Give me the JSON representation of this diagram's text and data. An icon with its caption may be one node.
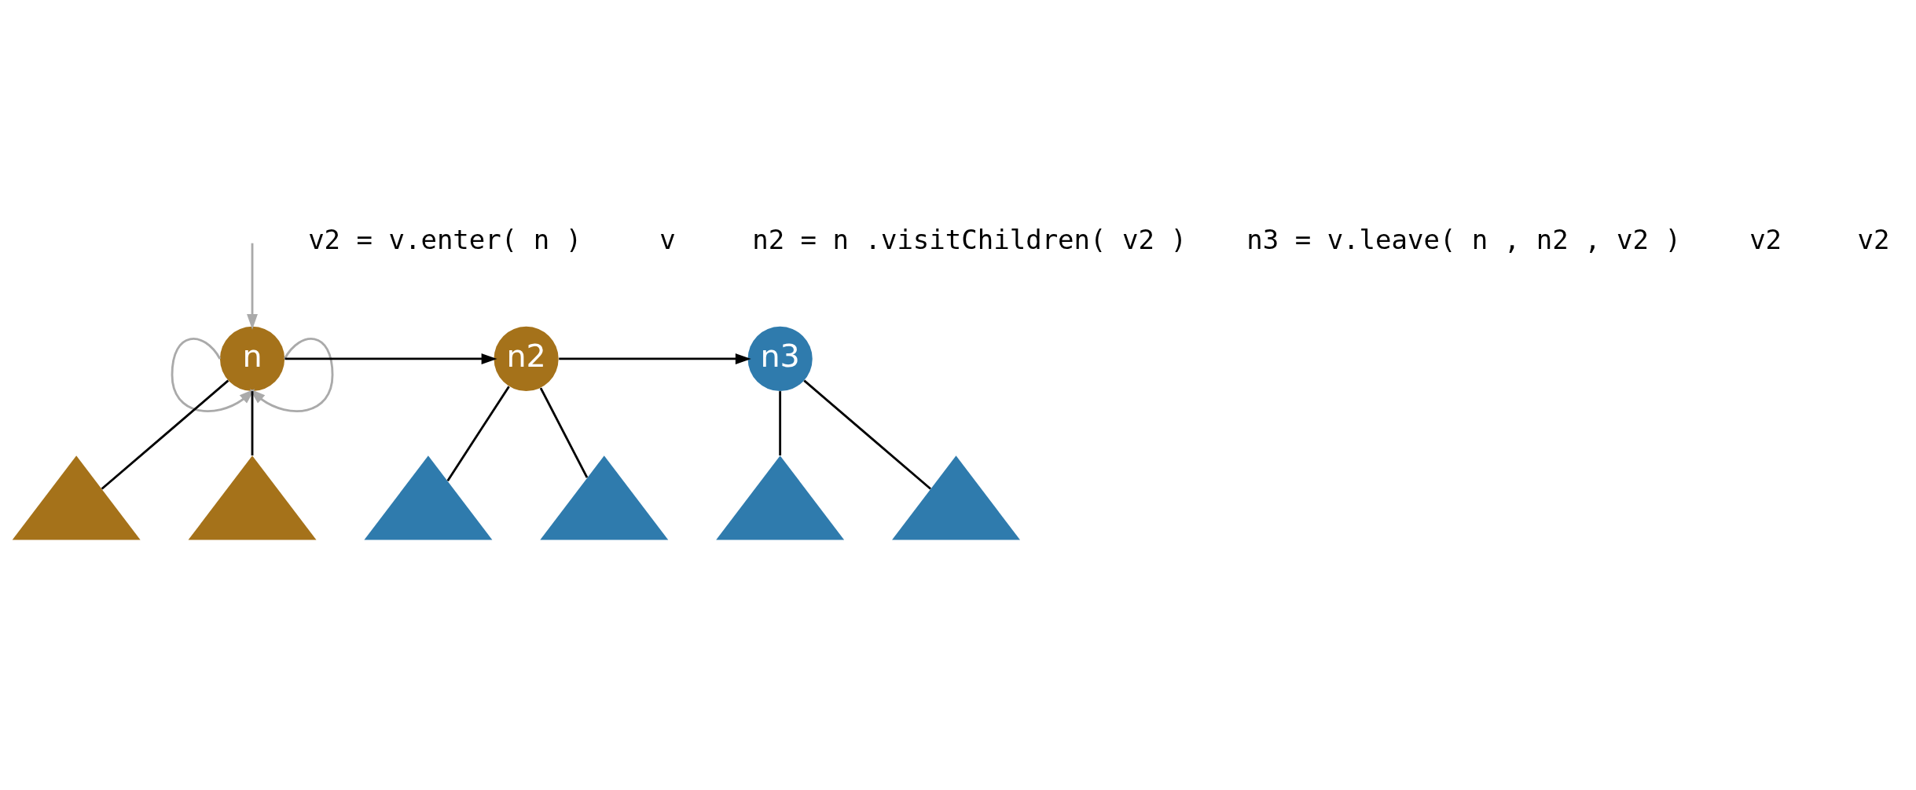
{
  "diagram": {
    "nodes": [
      {
        "text": [
          "n"
        ]
      },
      {
        "text": [],
        "shape": "triangle"
      },
      {
        "text": [],
        "shape": "triangle"
      },
      {
        "text": [
          "n2"
        ]
      },
      {
        "text": [],
        "shape": "triangle"
      },
      {
        "text": [],
        "shape": "triangle"
      },
      {
        "text": [
          "n3"
        ]
      },
      {
        "text": [],
        "shape": "triangle"
      },
      {
        "text": [],
        "shape": "triangle"
      }
    ],
    "edges": [
      {
        "from": null,
        "to": 0,
        "arrow": "to",
        "color": "#aaaaaa"
      },
      {
        "from": 0,
        "to": 1,
        "arrow": "none"
      },
      {
        "from": 0,
        "to": 2,
        "arrow": "none"
      },
      {
        "from": 0,
        "to": 0,
        "arrow": "to",
        "color": "#aaaaaa"
      },
      {
        "from": 0,
        "to": 0,
        "arrow": "to",
        "color": "#aaaaaa"
      },
      {
        "from": 0,
        "to": 3,
        "arrow": "to"
      },
      {
        "from": 3,
        "to": 4,
        "arrow": "none"
      },
      {
        "from": 3,
        "to": 5,
        "arrow": "none"
      },
      {
        "from": 3,
        "to": 6,
        "arrow": "to"
      },
      {
        "from": 6,
        "to": 7,
        "arrow": "none"
      },
      {
        "from": 6,
        "to": 8,
        "arrow": "none"
      }
    ],
    "labels": [
      "v2 = v.enter( n )",
      "v",
      "n2 = n .visitChildren( v2 )",
      "n3 = v.leave( n , n2 , v2 )",
      "v2",
      "v2"
    ]
  }
}
